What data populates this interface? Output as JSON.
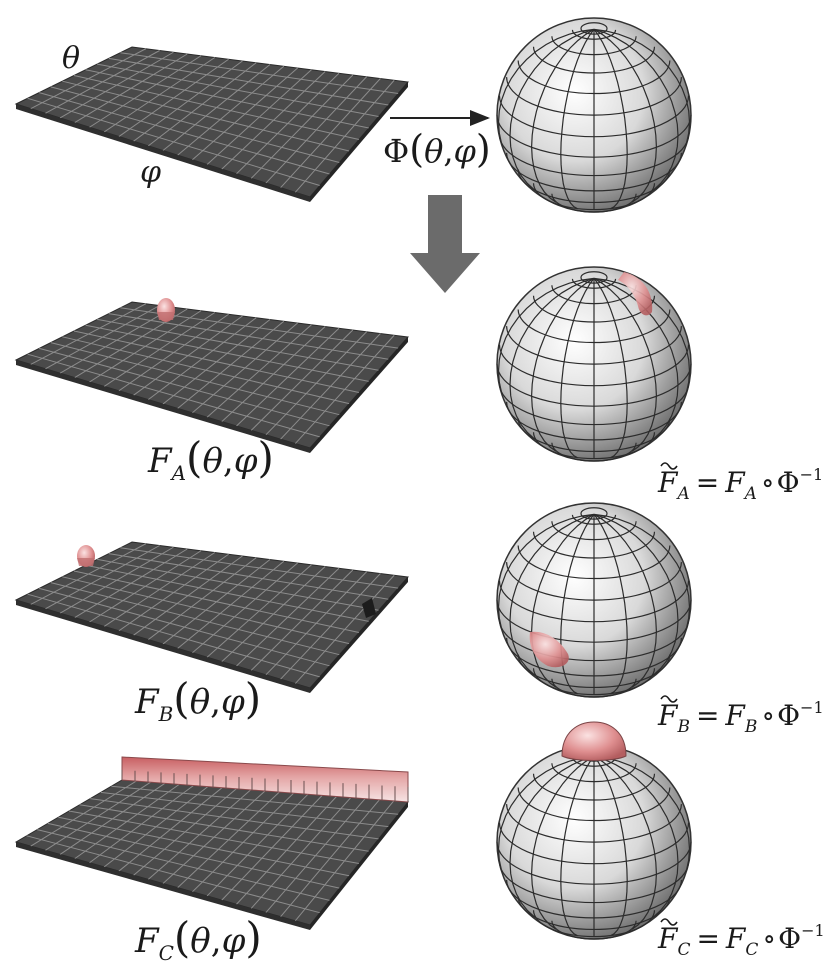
{
  "labels": {
    "theta": "θ",
    "phi": "φ",
    "map": {
      "head": "Φ",
      "open": "(",
      "theta": "θ",
      "comma": ",",
      "phi": "φ",
      "close": ")"
    },
    "rows": [
      {
        "letter": "F",
        "sub": "A",
        "open": "(",
        "theta": "θ",
        "comma": ",",
        "phi": "φ",
        "close": ")",
        "rhs_eq": "=",
        "rhs_circ": "∘",
        "rhs_phi": "Φ",
        "rhs_exp": "−1"
      },
      {
        "letter": "F",
        "sub": "B",
        "open": "(",
        "theta": "θ",
        "comma": ",",
        "phi": "φ",
        "close": ")",
        "rhs_eq": "=",
        "rhs_circ": "∘",
        "rhs_phi": "Φ",
        "rhs_exp": "−1"
      },
      {
        "letter": "F",
        "sub": "C",
        "open": "(",
        "theta": "θ",
        "comma": ",",
        "phi": "φ",
        "close": ")",
        "rhs_eq": "=",
        "rhs_circ": "∘",
        "rhs_phi": "Φ",
        "rhs_exp": "−1"
      }
    ]
  },
  "colors": {
    "grid_fill": "#4a4a4a",
    "grid_line": "#8c8c8c",
    "sphere_light": "#ffffff",
    "sphere_dark": "#6e6e6e",
    "bump": "#d9797b",
    "arrow": "#6b6b6b"
  }
}
